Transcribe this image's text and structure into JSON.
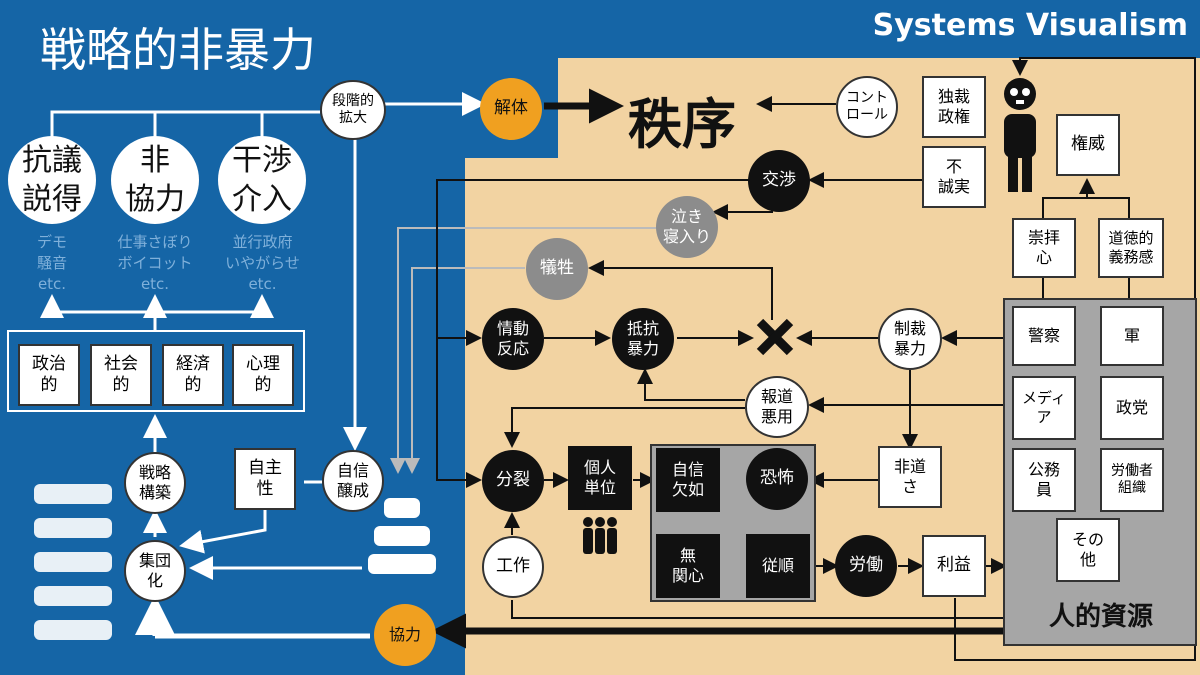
{
  "title": "戦略的非暴力",
  "brand": "Systems Visualism",
  "colors": {
    "blue_bg": "#1565a6",
    "tan_bg": "#f2d3a2",
    "orange": "#f0a020",
    "gray_panel": "#a6a6a6"
  },
  "left": {
    "methods": [
      {
        "label": "抗議\n説得",
        "examples": "デモ\n騒音\netc."
      },
      {
        "label": "非\n協力",
        "examples": "仕事さぼり\nボイコット\netc."
      },
      {
        "label": "干渉\n介入",
        "examples": "並行政府\nいやがらせ\netc."
      }
    ],
    "domains": [
      "政治\n的",
      "社会\n的",
      "経済\n的",
      "心理\n的"
    ],
    "strategy": "戦略\n構築",
    "autonomy": "自主\n性",
    "confidence": "自信\n醸成",
    "escalation": "段階的\n拡大",
    "collectivize": "集団\n化",
    "dissolve": "解体",
    "cooperation": "協力"
  },
  "right": {
    "order": "秩序",
    "control": "コント\nロール",
    "dictatorship": "独裁\n政権",
    "negotiation": "交渉",
    "dishonesty": "不\n誠実",
    "authority": "権威",
    "worship": "崇拝\n心",
    "moral": "道徳的\n義務感",
    "cry": "泣き\n寝入り",
    "sacrifice": "犠牲",
    "emotion": "情動\n反応",
    "resist_violence": "抵抗\n暴力",
    "sanction_violence": "制裁\n暴力",
    "media_abuse": "報道\n悪用",
    "split": "分裂",
    "individual": "個人\n単位",
    "lack_confidence": "自信\n欠如",
    "fear": "恐怖",
    "indifference": "無\n関心",
    "obedience": "従順",
    "labor": "労働",
    "profit": "利益",
    "inhumanity": "非道\nさ",
    "operation": "工作",
    "human_resources": "人的資源",
    "resources": [
      "警察",
      "軍",
      "メディ\nア",
      "政党",
      "公務\n員",
      "労働者\n組織",
      "その\n他"
    ]
  }
}
